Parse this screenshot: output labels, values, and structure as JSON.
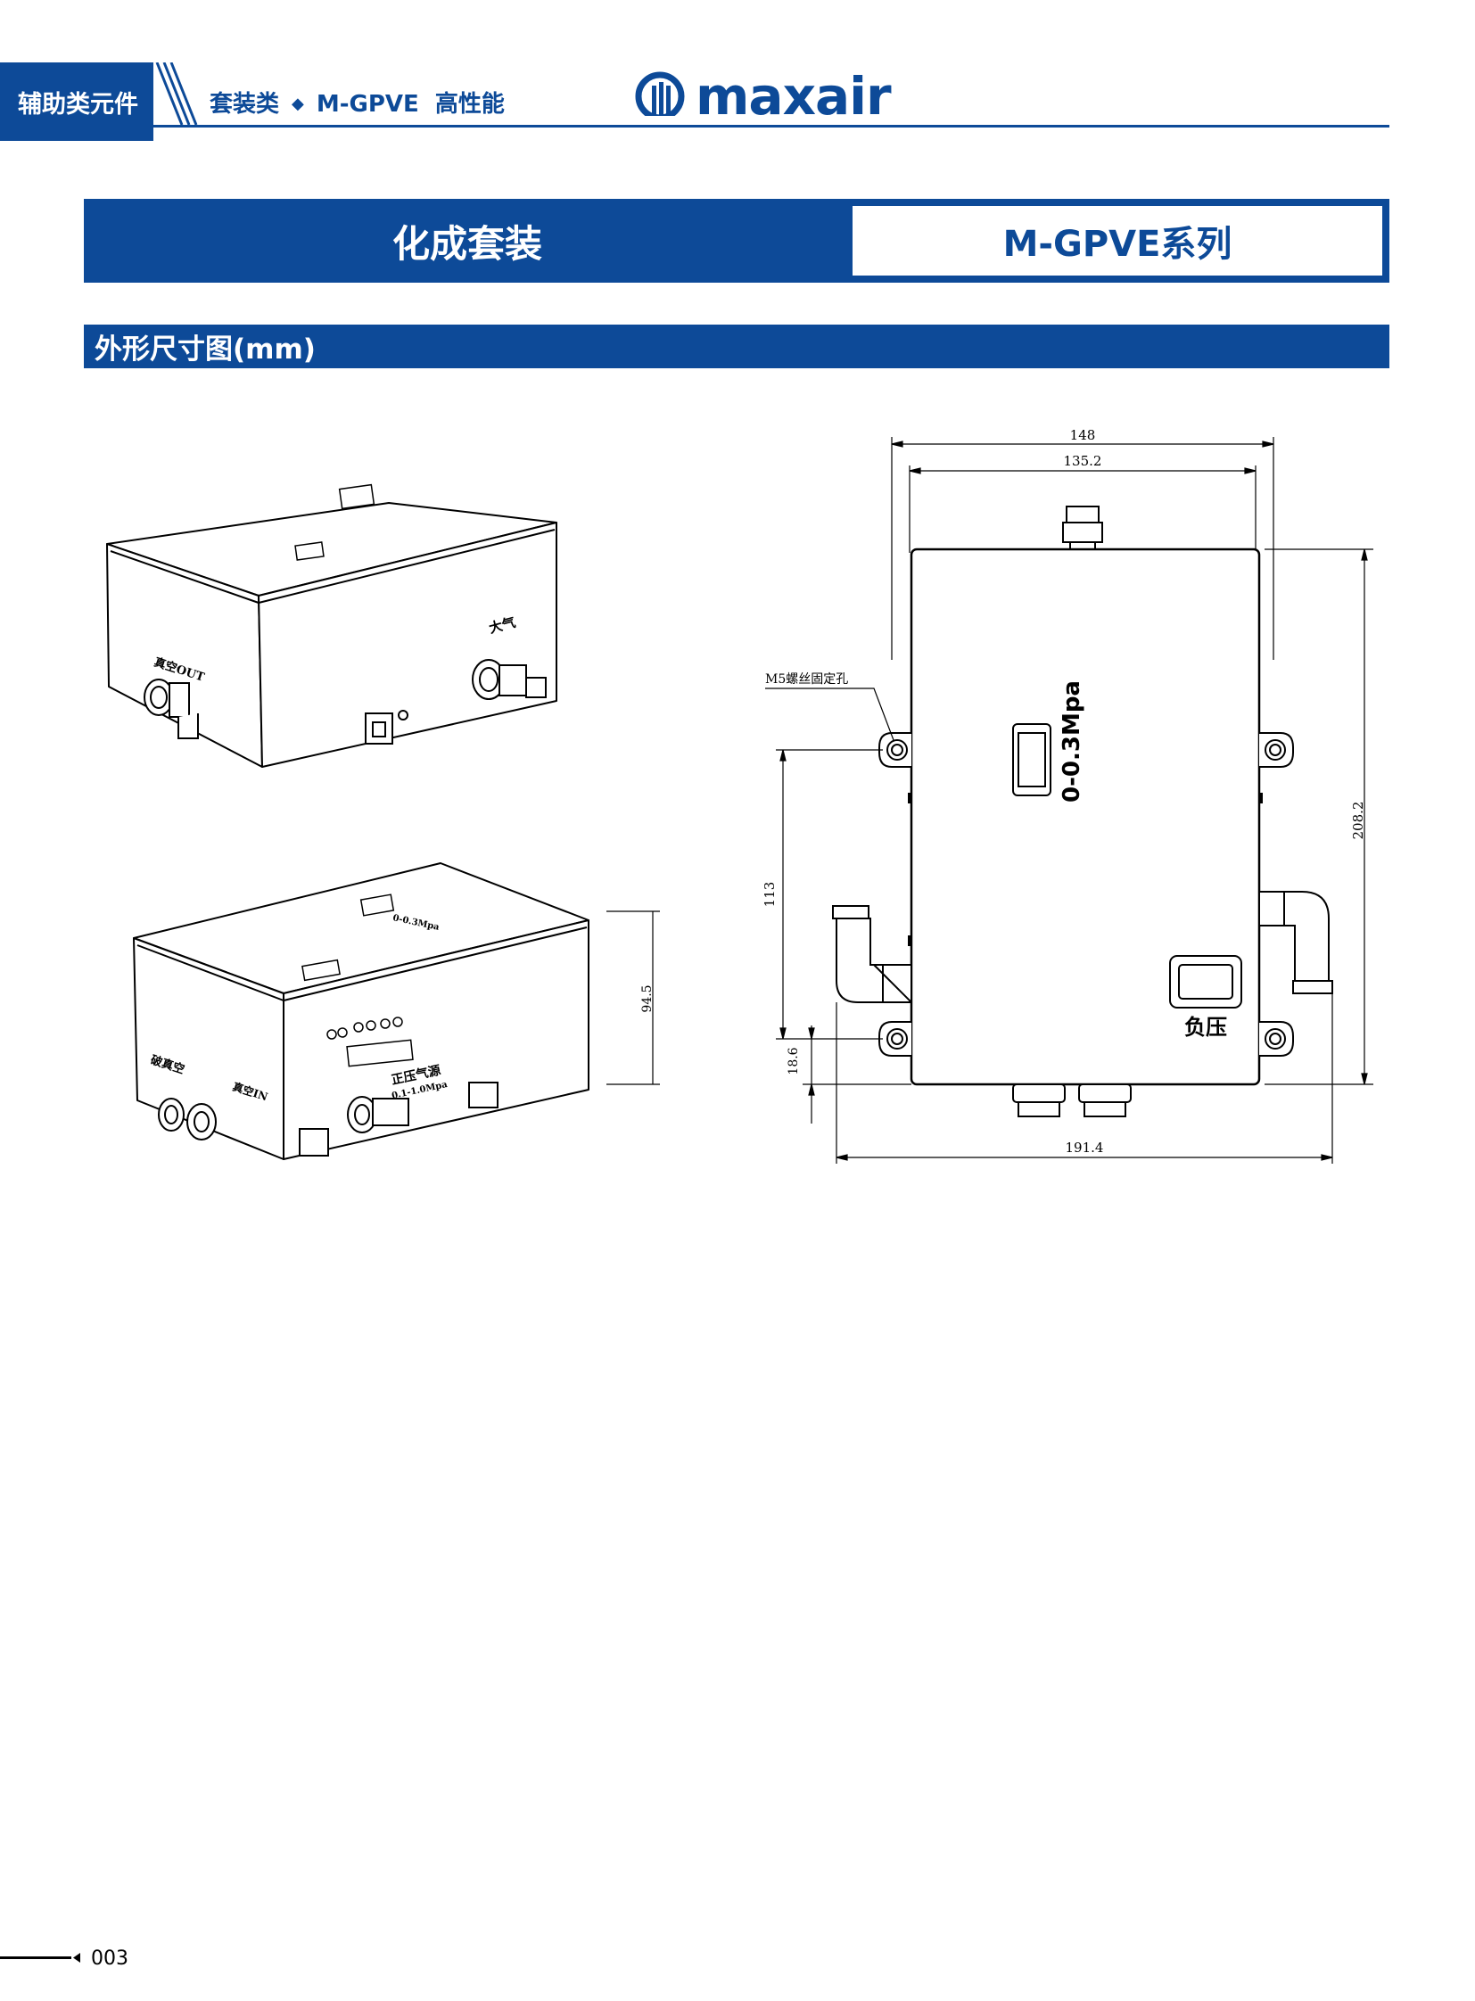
{
  "header": {
    "category": "辅助类元件",
    "breadcrumb_part1": "套装类",
    "breadcrumb_separator": "◆",
    "breadcrumb_part2": "M-GPVE",
    "breadcrumb_part3": "高性能",
    "brand": "maxair"
  },
  "banner": {
    "left_title": "化成套装",
    "right_title": "M-GPVE系列"
  },
  "section": {
    "title": "外形尺寸图(mm)"
  },
  "drawing": {
    "labels": {
      "vacuum_out": "真空OUT",
      "atmosphere": "大气",
      "broken_vacuum": "破真空",
      "vacuum_in": "真空IN",
      "positive_pressure": "正压气源",
      "pressure_range_small": "0.1-1.0Mpa",
      "gauge_small": "0-0.3Mpa",
      "m5_holes": "M5螺丝固定孔",
      "gauge_range": "0-0.3Mpa",
      "negative_pressure": "负压"
    },
    "dimensions": {
      "overall_width": "148",
      "inner_width": "135.2",
      "overall_height": "208.2",
      "hole_spacing": "113",
      "bottom_offset": "18.6",
      "total_width_with_fittings": "191.4",
      "body_height": "94.5"
    }
  },
  "footer": {
    "page_number": "003"
  },
  "colors": {
    "brand_blue": "#0d4a98"
  }
}
